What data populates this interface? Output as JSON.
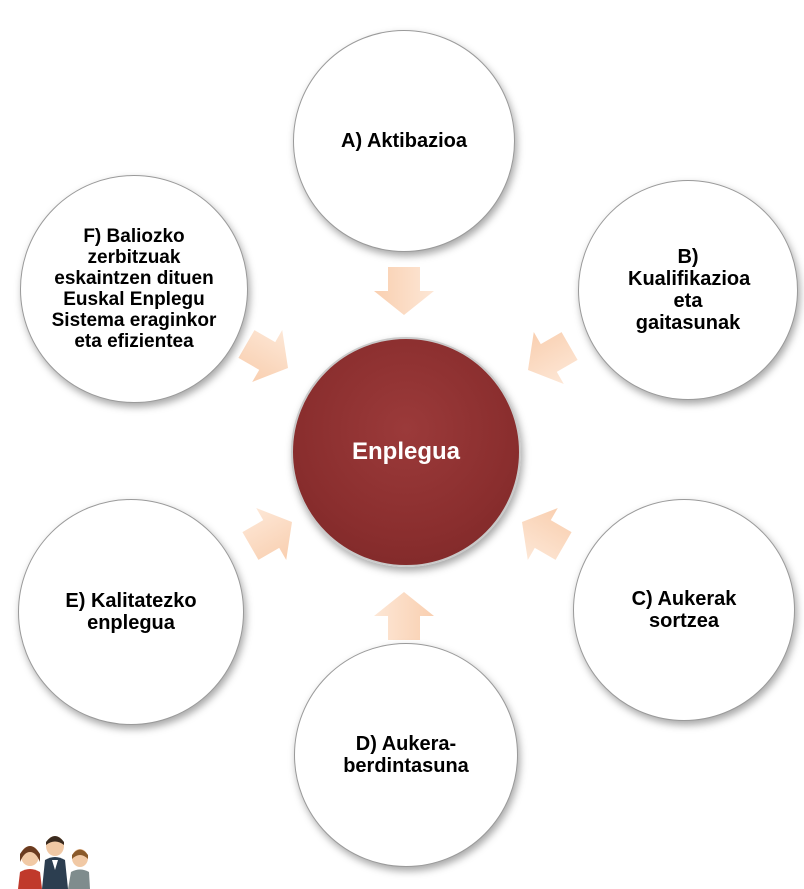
{
  "center": {
    "label": "Enplegua",
    "color": "#8f3131"
  },
  "nodes": [
    {
      "id": "a",
      "label": "A) Aktibazioa"
    },
    {
      "id": "b",
      "label": "B) Kualifikazioa eta gaitasunak"
    },
    {
      "id": "c",
      "label": "C) Aukerak sortzea"
    },
    {
      "id": "d",
      "label": "D) Aukera-berdintasuna"
    },
    {
      "id": "e",
      "label": "E) Kalitatezko enplegua"
    },
    {
      "id": "f",
      "label": "F) Baliozko zerbitzuak eskaintzen dituen Euskal Enplegu Sistema eraginkor eta efizientea"
    }
  ],
  "arrow_color": "#fbdcc4",
  "icons": [
    "people-icon"
  ]
}
